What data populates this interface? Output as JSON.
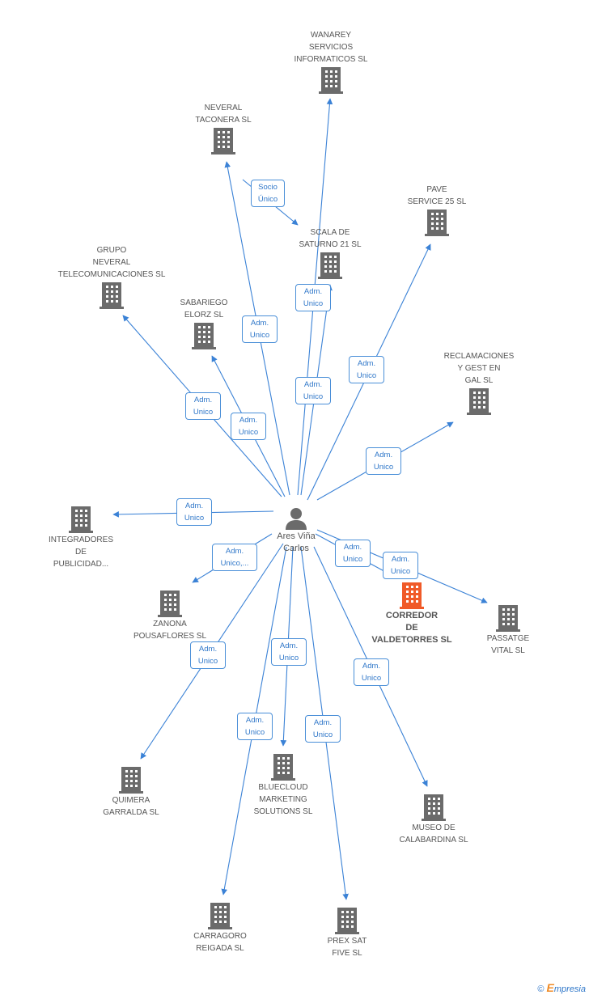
{
  "center": {
    "name_line1": "Ares Viña",
    "name_line2": "Carlos"
  },
  "nodes": [
    {
      "id": "wanarey",
      "lines": [
        "WANAREY",
        "SERVICIOS",
        "INFORMATICOS SL"
      ]
    },
    {
      "id": "neveral-taconera",
      "lines": [
        "NEVERAL",
        "TACONERA SL"
      ]
    },
    {
      "id": "pave",
      "lines": [
        "PAVE",
        "SERVICE 25 SL"
      ]
    },
    {
      "id": "scala",
      "lines": [
        "SCALA DE",
        "SATURNO 21 SL"
      ]
    },
    {
      "id": "grupo-neveral",
      "lines": [
        "GRUPO",
        "NEVERAL",
        "TELECOMUNICACIONES SL"
      ]
    },
    {
      "id": "sabariego",
      "lines": [
        "SABARIEGO",
        "ELORZ SL"
      ]
    },
    {
      "id": "reclamaciones",
      "lines": [
        "RECLAMACIONES",
        "Y GEST EN",
        "GAL  SL"
      ]
    },
    {
      "id": "integradores",
      "lines": [
        "INTEGRADORES",
        "DE",
        "PUBLICIDAD..."
      ]
    },
    {
      "id": "zanona",
      "lines": [
        "ZANONA",
        "POUSAFLORES SL"
      ]
    },
    {
      "id": "corredor",
      "lines": [
        "CORREDOR",
        "DE",
        "VALDETORRES SL"
      ]
    },
    {
      "id": "passatge",
      "lines": [
        "PASSATGE",
        "VITAL SL"
      ]
    },
    {
      "id": "quimera",
      "lines": [
        "QUIMERA",
        "GARRALDA SL"
      ]
    },
    {
      "id": "bluecloud",
      "lines": [
        "BLUECLOUD",
        "MARKETING",
        "SOLUTIONS SL"
      ]
    },
    {
      "id": "museo",
      "lines": [
        "MUSEO DE",
        "CALABARDINA SL"
      ]
    },
    {
      "id": "carragoro",
      "lines": [
        "CARRAGORO",
        "REIGADA SL"
      ]
    },
    {
      "id": "prex",
      "lines": [
        "PREX SAT",
        "FIVE SL"
      ]
    }
  ],
  "badges": [
    {
      "id": "socio-unico",
      "lines": [
        "Socio",
        "Único"
      ]
    },
    {
      "id": "adm-scala",
      "lines": [
        "Adm.",
        "Unico"
      ]
    },
    {
      "id": "adm-neveral",
      "lines": [
        "Adm.",
        "Unico"
      ]
    },
    {
      "id": "adm-wanarey",
      "lines": [
        "Adm.",
        "Unico"
      ]
    },
    {
      "id": "adm-pave",
      "lines": [
        "Adm.",
        "Unico"
      ]
    },
    {
      "id": "adm-grupo",
      "lines": [
        "Adm.",
        "Unico"
      ]
    },
    {
      "id": "adm-sabariego",
      "lines": [
        "Adm.",
        "Unico"
      ]
    },
    {
      "id": "adm-reclamaciones",
      "lines": [
        "Adm.",
        "Unico"
      ]
    },
    {
      "id": "adm-integradores",
      "lines": [
        "Adm.",
        "Unico"
      ]
    },
    {
      "id": "adm-zanona",
      "lines": [
        "Adm.",
        "Unico,..."
      ]
    },
    {
      "id": "adm-corredor",
      "lines": [
        "Adm.",
        "Unico"
      ]
    },
    {
      "id": "adm-passatge",
      "lines": [
        "Adm.",
        "Unico"
      ]
    },
    {
      "id": "adm-quimera",
      "lines": [
        "Adm.",
        "Unico"
      ]
    },
    {
      "id": "adm-bluecloud",
      "lines": [
        "Adm.",
        "Unico"
      ]
    },
    {
      "id": "adm-museo",
      "lines": [
        "Adm.",
        "Unico"
      ]
    },
    {
      "id": "adm-carragoro",
      "lines": [
        "Adm.",
        "Unico"
      ]
    },
    {
      "id": "adm-prex",
      "lines": [
        "Adm.",
        "Unico"
      ]
    }
  ],
  "colors": {
    "edge": "#3b82d6",
    "building": "#6b6b6b",
    "highlight": "#f05a28"
  },
  "footer": {
    "copyright": "©",
    "brand_initial": "E",
    "brand_rest": "mpresia"
  }
}
